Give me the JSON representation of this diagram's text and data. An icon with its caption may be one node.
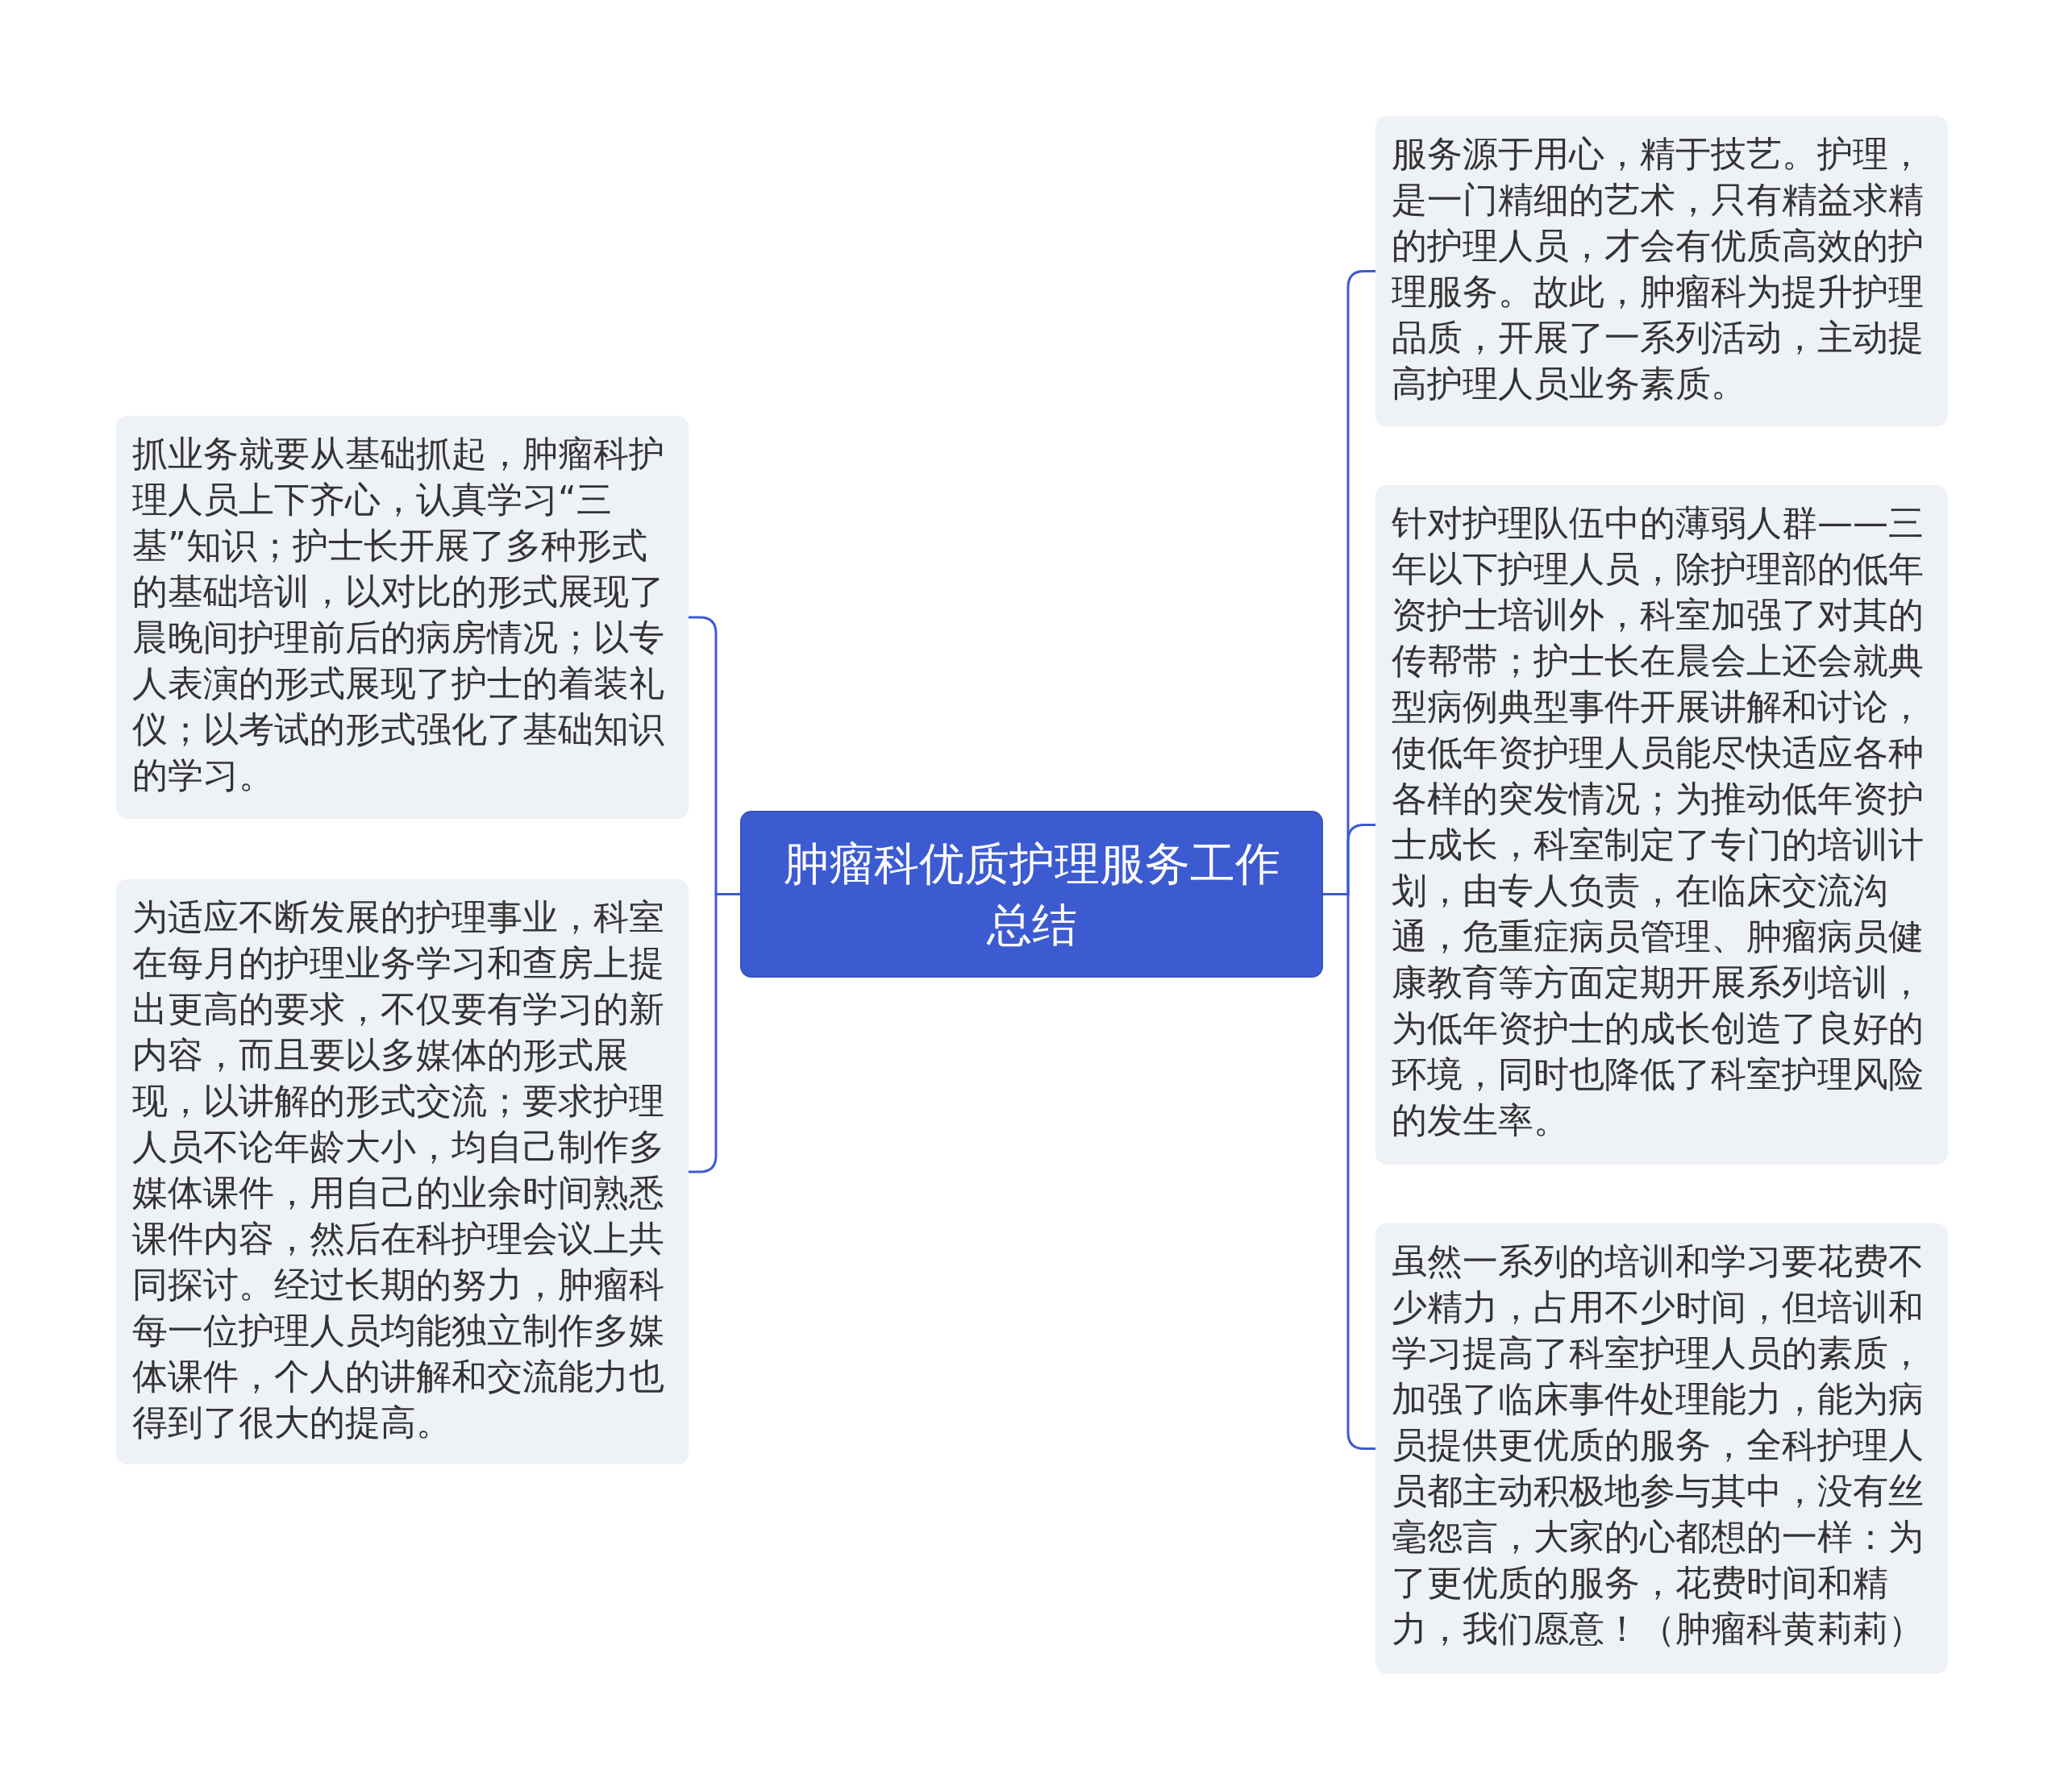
{
  "diagram": {
    "nodes": [
      {
        "text": [
          "肿瘤科优质护理服务工作总结"
        ]
      },
      {
        "text": [
          "抓业务就要从基础抓起，肿瘤科护理人员上下齐心，认真学习“三基”知识；护士长开展了多种形式的基础培训，以对比的形式展现了晨晚间护理前后的病房情况；以专人表演的形式展现了护士的着装礼仪；以考试的形式强化了基础知识的学习。"
        ]
      },
      {
        "text": [
          "为适应不断发展的护理事业，科室在每月的护理业务学习和查房上提出更高的要求，不仅要有学习的新内容，而且要以多媒体的形式展现，以讲解的形式交流；要求护理人员不论年龄大小，均自己制作多媒体课件，用自己的业余时间熟悉课件内容，然后在科护理会议上共同探讨。经过长期的努力，肿瘤科每一位护理人员均能独立制作多媒体课件，个人的讲解和交流能力也得到了很大的提高。"
        ]
      },
      {
        "text": [
          "服务源于用心，精于技艺。护理，是一门精细的艺术，只有精益求精的护理人员，才会有优质高效的护理服务。故此，肿瘤科为提升护理品质，开展了一系列活动，主动提高护理人员业务素质。"
        ]
      },
      {
        "text": [
          "针对护理队伍中的薄弱人群——三年以下护理人员，除护理部的低年资护士培训外，科室加强了对其的传帮带；护士长在晨会上还会就典型病例典型事件开展讲解和讨论，使低年资护理人员能尽快适应各种各样的突发情况；为推动低年资护士成长，科室制定了专门的培训计划，由专人负责，在临床交流沟通，危重症病员管理、肿瘤病员健康教育等方面定期开展系列培训，为低年资护士的成长创造了良好的环境，同时也降低了科室护理风险的发生率。"
        ]
      },
      {
        "text": [
          "虽然一系列的培训和学习要花费不少精力，占用不少时间，但培训和学习提高了科室护理人员的素质，加强了临床事件处理能力，能为病员提供更优质的服务，全科护理人员都主动积极地参与其中，没有丝毫怨言，大家的心都想的一样：为了更优质的服务，花费时间和精力，我们愿意！（肿瘤科黄莉莉）"
        ]
      }
    ],
    "edges": [
      {
        "from": 0,
        "to": 1,
        "arrow": "none"
      },
      {
        "from": 0,
        "to": 2,
        "arrow": "none"
      },
      {
        "from": 0,
        "to": 3,
        "arrow": "none"
      },
      {
        "from": 0,
        "to": 4,
        "arrow": "none"
      },
      {
        "from": 0,
        "to": 5,
        "arrow": "none"
      }
    ]
  }
}
